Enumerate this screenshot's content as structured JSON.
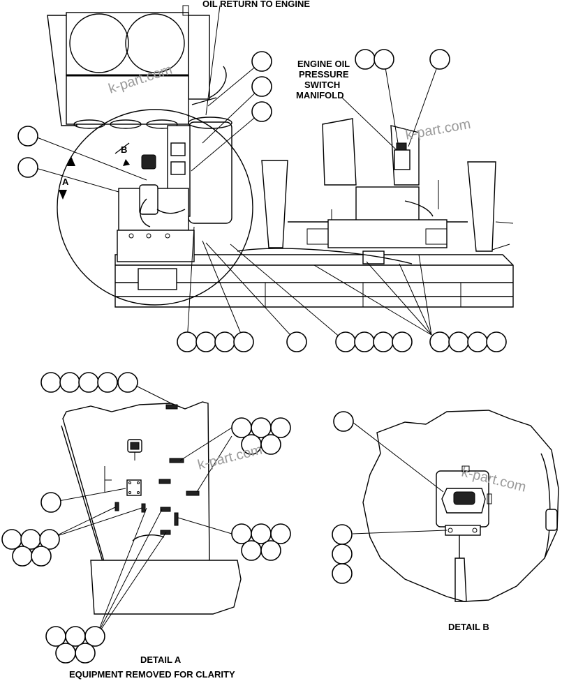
{
  "labels": {
    "oil_return": "OIL RETURN TO ENGINE",
    "switch_manifold": [
      "ENGINE OIL",
      "PRESSURE",
      "SWITCH",
      "MANIFOLD"
    ],
    "view_a": "A",
    "view_b": "B",
    "detail_a_title": "DETAIL A",
    "detail_a_subtitle": "EQUIPMENT REMOVED FOR CLARITY",
    "detail_b_title": "DETAIL B"
  },
  "watermark": "k-part.com",
  "colors": {
    "line": "#000000",
    "background": "#ffffff",
    "watermark": "#9a9a9a"
  }
}
